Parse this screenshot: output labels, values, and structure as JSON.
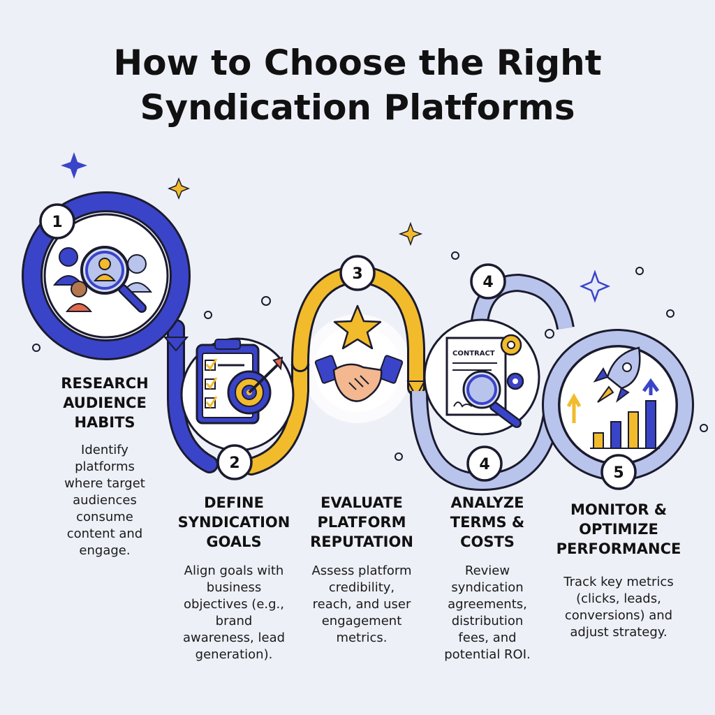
{
  "title": {
    "line1": "How to Choose the Right",
    "line2": "Syndication Platforms"
  },
  "colors": {
    "background": "#eef0f8",
    "blue": "#3a44c9",
    "yellow": "#f2bb2c",
    "light_blue": "#b9c4ec",
    "outline": "#1b1b2e"
  },
  "steps": [
    {
      "number": "1",
      "heading": "RESEARCH\nAUDIENCE\nHABITS",
      "description": "Identify\nplatforms\nwhere target\naudiences\nconsume\ncontent and\nengage.",
      "icon": "audience-magnifier-icon"
    },
    {
      "number": "2",
      "heading": "DEFINE\nSYNDICATION\nGOALS",
      "description": "Align goals with\nbusiness\nobjectives (e.g.,\nbrand\nawareness, lead\ngeneration).",
      "icon": "goal-target-icon"
    },
    {
      "number": "3",
      "heading": "EVALUATE\nPLATFORM\nREPUTATION",
      "description": "Assess platform\ncredibility,\nreach, and user\nengagement\nmetrics.",
      "icon": "handshake-star-icon"
    },
    {
      "number": "4",
      "heading": "ANALYZE\nTERMS &\nCOSTS",
      "description": "Review\nsyndication\nagreements,\ndistribution\nfees, and\npotential ROI.",
      "icon": "contract-review-icon",
      "icon_label": "CONTRACT"
    },
    {
      "number": "5",
      "heading": "MONITOR &\nOPTIMIZE\nPERFORMANCE",
      "description": "Track key metrics\n(clicks, leads,\nconversions) and\nadjust strategy.",
      "icon": "rocket-growth-icon"
    }
  ]
}
